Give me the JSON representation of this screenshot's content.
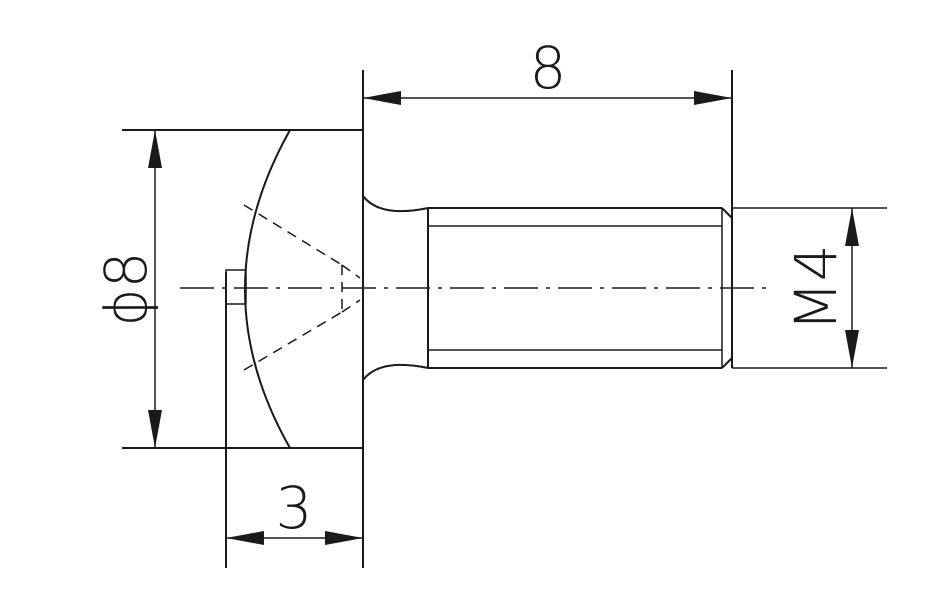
{
  "dimensions": {
    "length": "8",
    "head_diameter": "ϕ8",
    "head_height": "3",
    "thread": "M4"
  }
}
